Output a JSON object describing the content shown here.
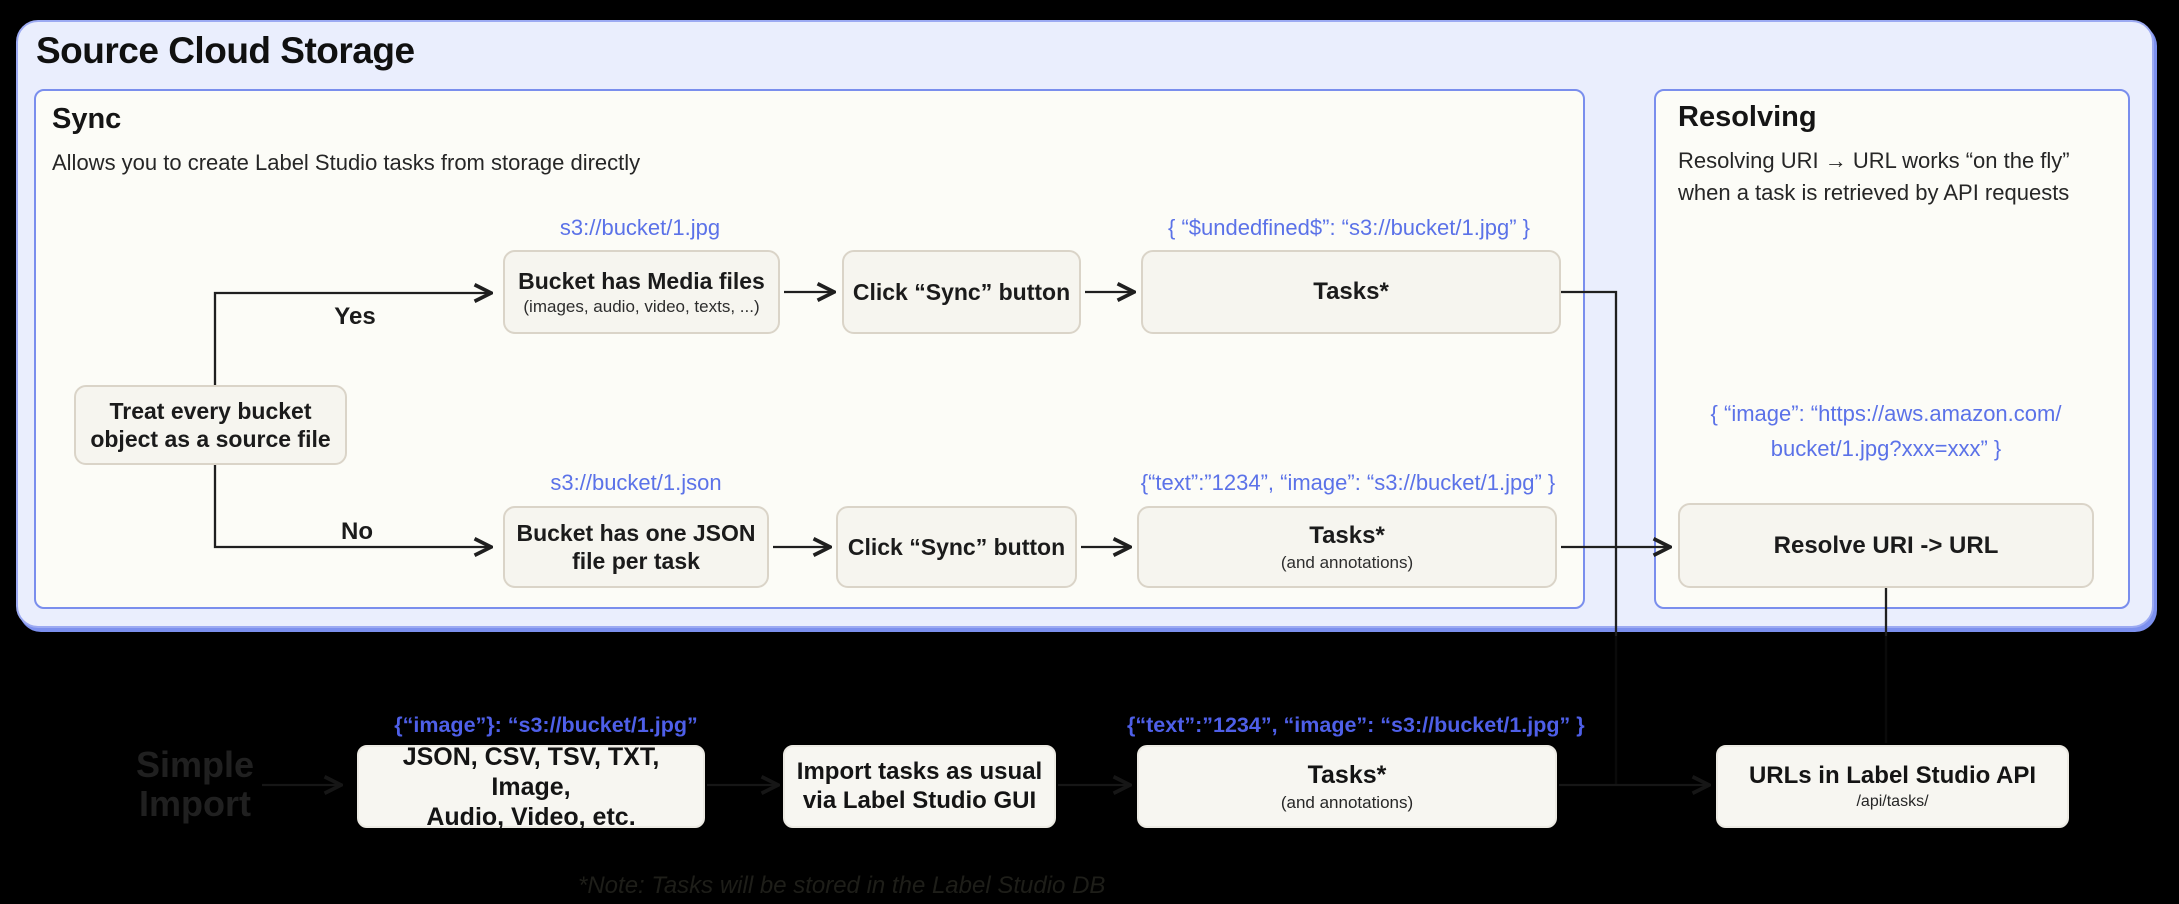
{
  "colors": {
    "page_bg": "#000000",
    "outer_bg": "#EAEEFD",
    "outer_border": "#8C9DF1",
    "panel_bg": "#FCFCF7",
    "panel_border": "#7A8EED",
    "box_bg": "#F6F5EF",
    "box_border": "#DAD4C8",
    "accent_blue": "#5B72E8",
    "text_dark": "#1B1B1B"
  },
  "header": {
    "title": "Source Cloud Storage"
  },
  "sync": {
    "title": "Sync",
    "subtitle": "Allows you to create Label Studio tasks from storage directly",
    "decision": "Treat every bucket\nobject as a source file",
    "yes_label": "Yes",
    "no_label": "No",
    "row1": {
      "uri": "s3://bucket/1.jpg",
      "step1_title": "Bucket has Media files",
      "step1_sub": "(images, audio, video, texts, ...)",
      "step2": "Click “Sync” button",
      "json": "{ “$undedfined$”: “s3://bucket/1.jpg” }",
      "step3": "Tasks*"
    },
    "row2": {
      "uri": "s3://bucket/1.json",
      "step1": "Bucket has one JSON\nfile per task",
      "step2": "Click “Sync” button",
      "json": "{“text”:”1234”,  “image”: “s3://bucket/1.jpg” }",
      "step3_title": "Tasks*",
      "step3_sub": "(and annotations)"
    }
  },
  "resolving": {
    "title": "Resolving",
    "body": "Resolving URI → URL works “on the fly”\nwhen a task is retrieved by API requests",
    "json": "{ “image”: “https://aws.amazon.com/\nbucket/1.jpg?xxx=xxx” }",
    "step": "Resolve URI -> URL"
  },
  "import_flow": {
    "label": "Simple\nImport",
    "box1_json": "{“image”}: “s3://bucket/1.jpg”",
    "box1": "JSON, CSV, TSV, TXT, Image,\nAudio, Video, etc.",
    "box2": "Import tasks as usual\nvia Label Studio GUI",
    "box3_json": "{“text”:”1234”,  “image”: “s3://bucket/1.jpg” }",
    "box3_title": "Tasks*",
    "box3_sub": "(and annotations)",
    "box4_title": "URLs in Label Studio API",
    "box4_sub": "/api/tasks/",
    "note": "*Note: Tasks will be stored in the Label Studio DB"
  }
}
